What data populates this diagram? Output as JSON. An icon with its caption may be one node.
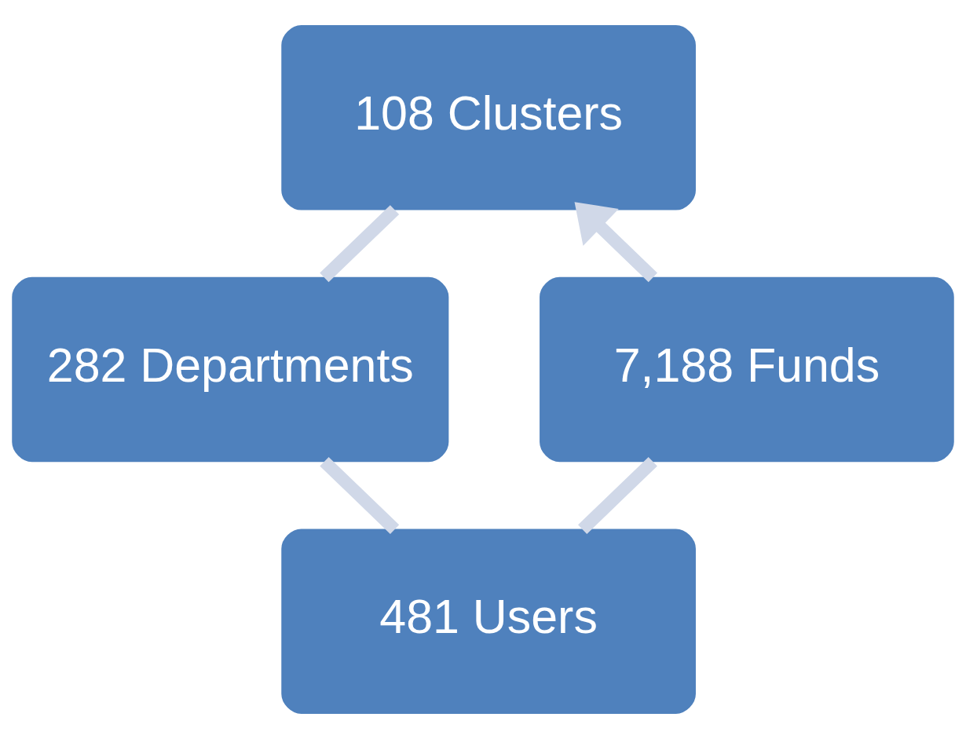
{
  "diagram": {
    "nodes": [
      {
        "text": [
          "108 Clusters"
        ]
      },
      {
        "text": [
          "7,188 Funds"
        ]
      },
      {
        "text": [
          "282 Departments"
        ]
      },
      {
        "text": [
          "481 Users"
        ]
      }
    ],
    "edges": [
      {
        "from": 0,
        "to": 2,
        "arrow": "none"
      },
      {
        "from": 2,
        "to": 3,
        "arrow": "none"
      },
      {
        "from": 3,
        "to": 1,
        "arrow": "none"
      },
      {
        "from": 1,
        "to": 0,
        "arrow": "to"
      }
    ]
  }
}
